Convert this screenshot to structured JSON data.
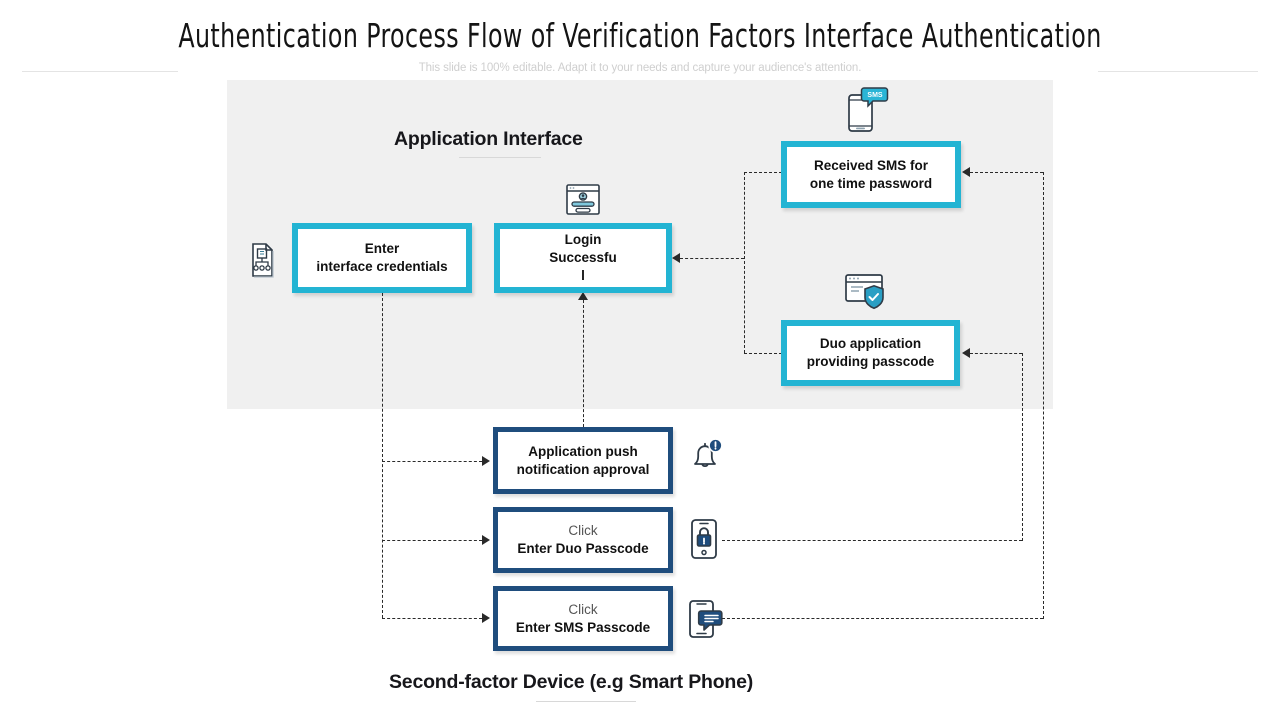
{
  "header": {
    "title": "Authentication Process Flow of Verification Factors Interface Authentication",
    "subtitle": "This slide is 100% editable. Adapt it to your needs and capture your audience's attention."
  },
  "sections": {
    "application_interface": "Application Interface",
    "second_factor_device": "Second-factor Device (e.g Smart Phone)"
  },
  "boxes": {
    "enter_credentials": {
      "line1": "Enter",
      "line2": "interface credentials"
    },
    "login_success": {
      "line1": "Login",
      "line2": "Successfu",
      "line3": "l"
    },
    "received_sms": {
      "line1": "Received SMS for",
      "line2": "one time password"
    },
    "duo_application": {
      "line1": "Duo application",
      "line2": "providing passcode"
    },
    "push_notification": {
      "line1": "Application push",
      "line2": "notification approval"
    },
    "duo_passcode": {
      "line1": "Click",
      "line2": "Enter Duo Passcode"
    },
    "sms_passcode": {
      "line1": "Click",
      "line2": "Enter SMS Passcode"
    }
  },
  "icons": {
    "document": "document-hierarchy-icon",
    "login_window": "login-window-icon",
    "sms_phone": "sms-phone-icon",
    "browser_shield": "browser-shield-icon",
    "bell": "notification-bell-icon",
    "phone_lock": "phone-lock-icon",
    "phone_message": "phone-message-icon"
  },
  "colors": {
    "cyan_border": "#23b4d3",
    "navy_border": "#1f4d7d",
    "panel_background": "#f0f0f0",
    "connector": "#2a2a2a",
    "title_text": "#141414",
    "subtitle_text": "#cfcfcf"
  }
}
